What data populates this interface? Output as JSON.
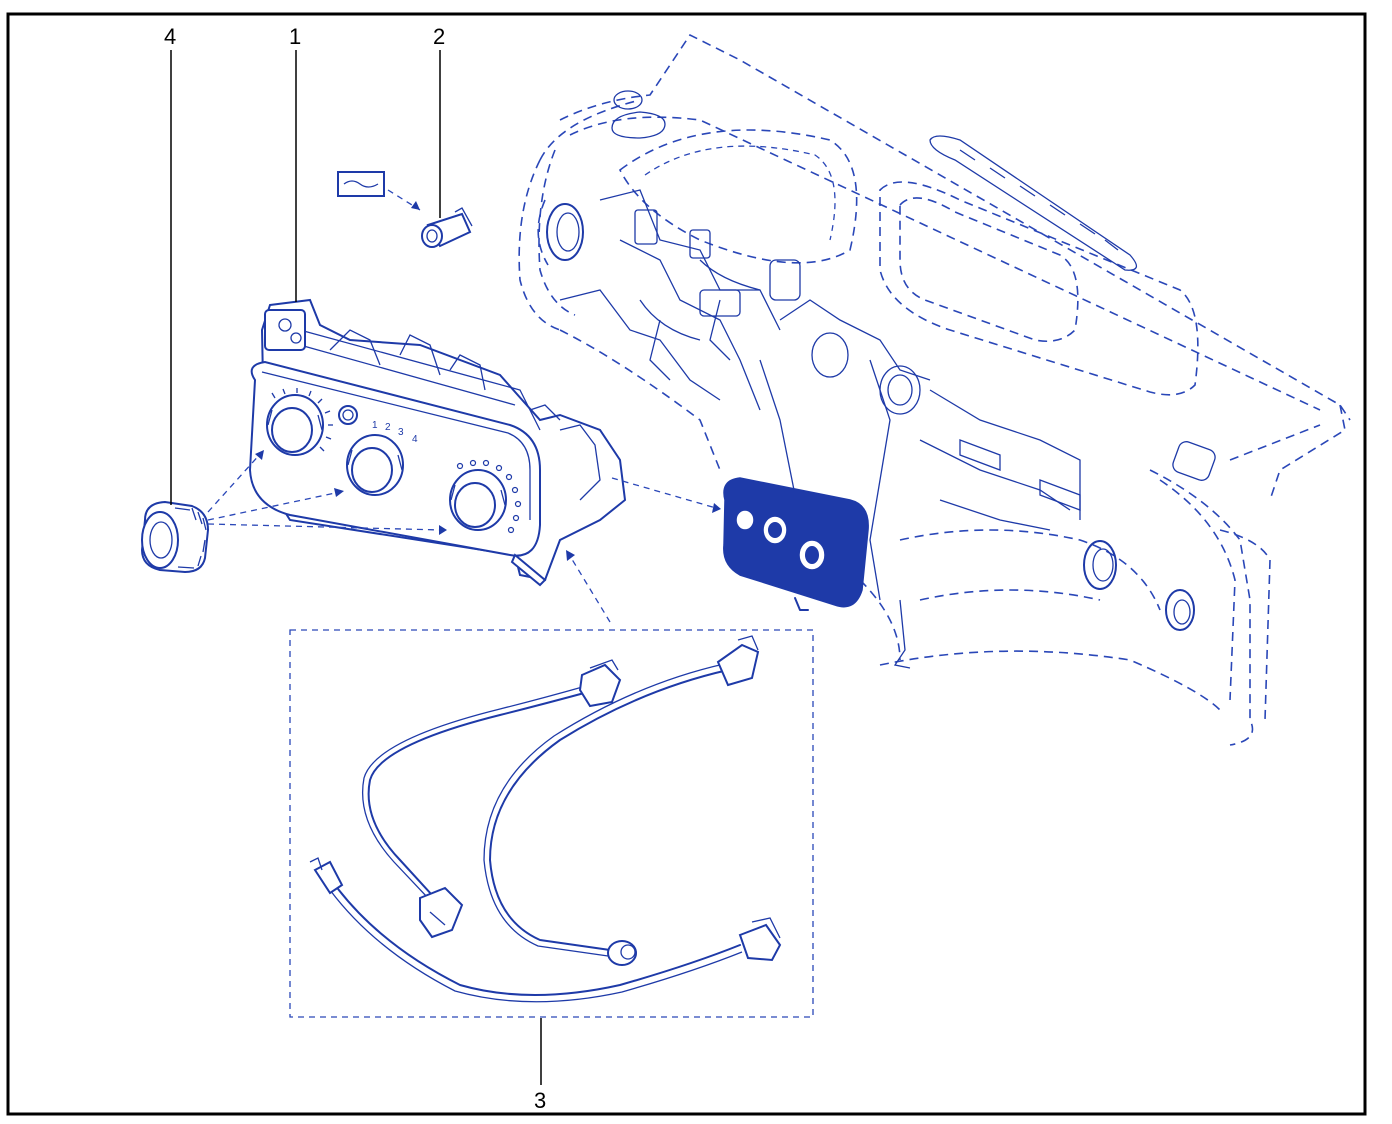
{
  "callouts": [
    {
      "id": "4",
      "label": "4"
    },
    {
      "id": "1",
      "label": "1"
    },
    {
      "id": "2",
      "label": "2"
    },
    {
      "id": "3",
      "label": "3"
    }
  ],
  "colors": {
    "line": "#1e3aa8",
    "frame": "#000000"
  }
}
